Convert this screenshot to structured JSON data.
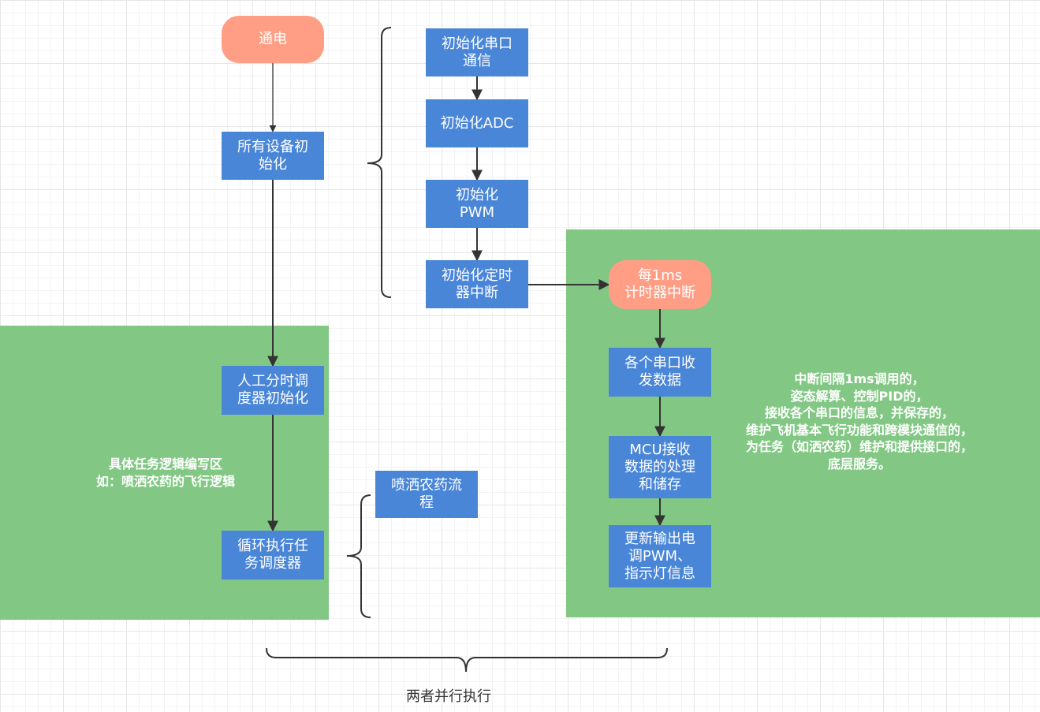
{
  "diagram": {
    "nodes": {
      "power_on": "通电",
      "init_all": "所有设备初\n始化",
      "init_uart": "初始化串口\n通信",
      "init_adc": "初始化ADC",
      "init_pwm": "初始化\nPWM",
      "init_timer": "初始化定时\n器中断",
      "timer_1ms": "每1ms\n计时器中断",
      "uart_rxtx": "各个串口收\n发数据",
      "mcu_process": "MCU接收\n数据的处理\n和储存",
      "update_output": "更新输出电\n调PWM、\n指示灯信息",
      "scheduler_init": "人工分时调\n度器初始化",
      "loop_scheduler": "循环执行任\n务调度器",
      "spray_flow": "喷洒农药流\n程"
    },
    "notes": {
      "task_area": "具体任务逻辑编写区\n如：喷洒农药的飞行逻辑",
      "interrupt_desc": "中断间隔1ms调用的，\n姿态解算、控制PID的，\n接收各个串口的信息，并保存的，\n维护飞机基本飞行功能和跨模块通信的，\n为任务（如洒农药）维护和提供接口的，\n底层服务。",
      "parallel": "两者并行执行"
    },
    "colors": {
      "process_box": "#4a86d8",
      "terminal": "#ff9e85",
      "region": "#82c884",
      "connector": "#333333"
    }
  }
}
